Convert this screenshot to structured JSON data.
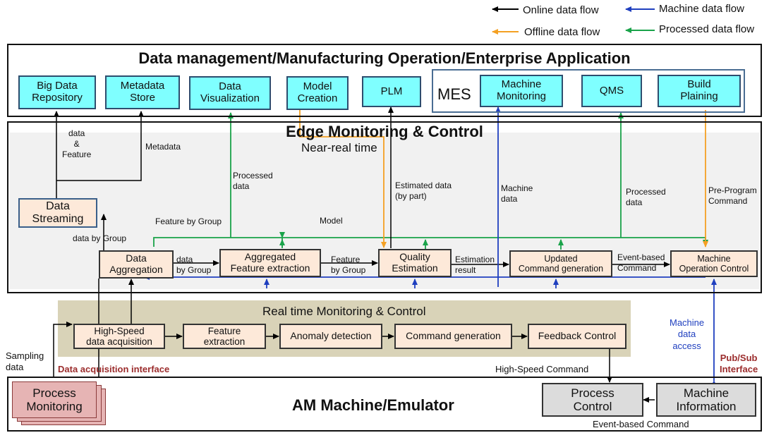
{
  "legend": {
    "online": "Online data flow",
    "machine": "Machine data flow",
    "offline": "Offline data flow",
    "processed": "Processed data flow"
  },
  "colors": {
    "online": "#000000",
    "machine": "#1f3fbf",
    "offline": "#f4a023",
    "processed": "#1aa34a",
    "cyan_box": "#7fffff",
    "peach_box": "#fde9d9",
    "realtime_band": "#d9d3b8",
    "gray_box": "#dcdcdc",
    "pink_box": "#e6b4b4",
    "interface_red": "#9b2c2c"
  },
  "top_layer": {
    "title": "Data management/Manufacturing Operation/Enterprise Application",
    "boxes": {
      "big_data": "Big Data\nRepository",
      "metadata": "Metadata\nStore",
      "visualization": "Data\nVisualization",
      "model_creation": "Model\nCreation",
      "plm": "PLM",
      "machine_monitoring": "Machine\nMonitoring",
      "qms": "QMS",
      "build_plaining": "Build\nPlaining"
    },
    "mes_label": "MES"
  },
  "edge_layer": {
    "title": "Edge Monitoring & Control",
    "subtitle": "Near-real time",
    "boxes": {
      "streaming": "Data\nStreaming",
      "aggregation": "Data\nAggregation",
      "aggregated_feature": "Aggregated\nFeature extraction",
      "quality": "Quality\nEstimation",
      "updated_command": "Updated\nCommand generation",
      "machine_op": "Machine\nOperation Control"
    },
    "labels": {
      "data_feature": "data\n&\nFeature",
      "metadata": "Metadata",
      "processed_data_1": "Processed\ndata",
      "feature_by_group_top": "Feature by Group",
      "model": "Model",
      "estimated": "Estimated data\n(by part)",
      "machine_data": "Machine\ndata",
      "processed_data_2": "Processed\ndata",
      "pre_program": "Pre-Program\nCommand",
      "data_by_group_top": "data by Group",
      "data_by_group": "data\nby Group",
      "feature_by_group": "Feature\nby Group",
      "estimation_result": "Estimation\nresult",
      "event_based": "Event-based\nCommand"
    }
  },
  "realtime": {
    "title": "Real time Monitoring & Control",
    "boxes": {
      "hs_acq": "High-Speed\ndata acquisition",
      "feature_extraction": "Feature\nextraction",
      "anomaly": "Anomaly detection",
      "command_gen": "Command generation",
      "feedback": "Feedback Control"
    }
  },
  "bottom": {
    "sampling": "Sampling\ndata",
    "daq_interface": "Data acquisition interface",
    "high_speed_cmd": "High-Speed Command",
    "machine_access": "Machine\ndata\naccess",
    "pubsub": "Pub/Sub\nInterface",
    "title": "AM Machine/Emulator",
    "process_monitoring": "Process\nMonitoring",
    "process_control": "Process\nControl",
    "machine_info": "Machine\nInformation",
    "event_cmd": "Event-based Command"
  }
}
